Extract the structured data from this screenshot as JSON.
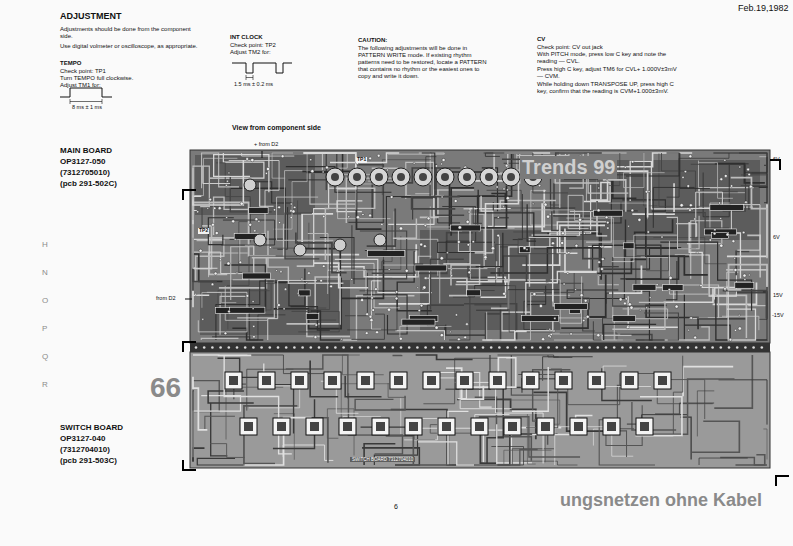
{
  "diagram": {
    "title": "ADJUSTMENT",
    "labels": [
      "Feb.19,1982",
      "Adjustments should be done from the component side.",
      "Use digital volmeter or oscilloscope, as appropriate.",
      "TEMPO",
      "Check point: TP1",
      "Turn TEMPO full clockwise.",
      "Adjust TM1 for:",
      "8 ms ± 1 ms",
      "INT CLOCK",
      "Check point: TP2",
      "Adjust TM2 for:",
      "1.5 ms ± 0.2 ms",
      "CAUTION:",
      "The following adjustments will be done in PATTERN WRITE mode. If existing rhythm patterns need to be restored, locate a PATTERN that contains no rhythm or the easiest ones to copy and write it down.",
      "CV",
      "Check point: CV out jack",
      "With PITCH mode, press low C key and note the reading — CVL.",
      "Press high C key, adjust TM6 for CVL+ 1.000V±3mV — CVM.",
      "While holding down TRANSPOSE UP, press high C key, confirm that the reading is CVM+1.000±3mV.",
      "View from component side",
      "MAIN BOARD",
      "OP3127-050",
      "(7312705010)",
      "(pcb 291-502C)",
      "SWITCH BOARD",
      "OP3127-040",
      "(7312704010)",
      "(pcb 291-503C)",
      "6",
      "+ from D2",
      "from D2",
      "6V",
      "6V",
      "15V",
      "-15V",
      "SWITCH BOARD 7312704010",
      "TP1",
      "TP2",
      "Trends 99",
      "ungsnetzen ohne Kabel",
      "66",
      "H",
      "N",
      "O",
      "P",
      "Q",
      "R"
    ]
  }
}
